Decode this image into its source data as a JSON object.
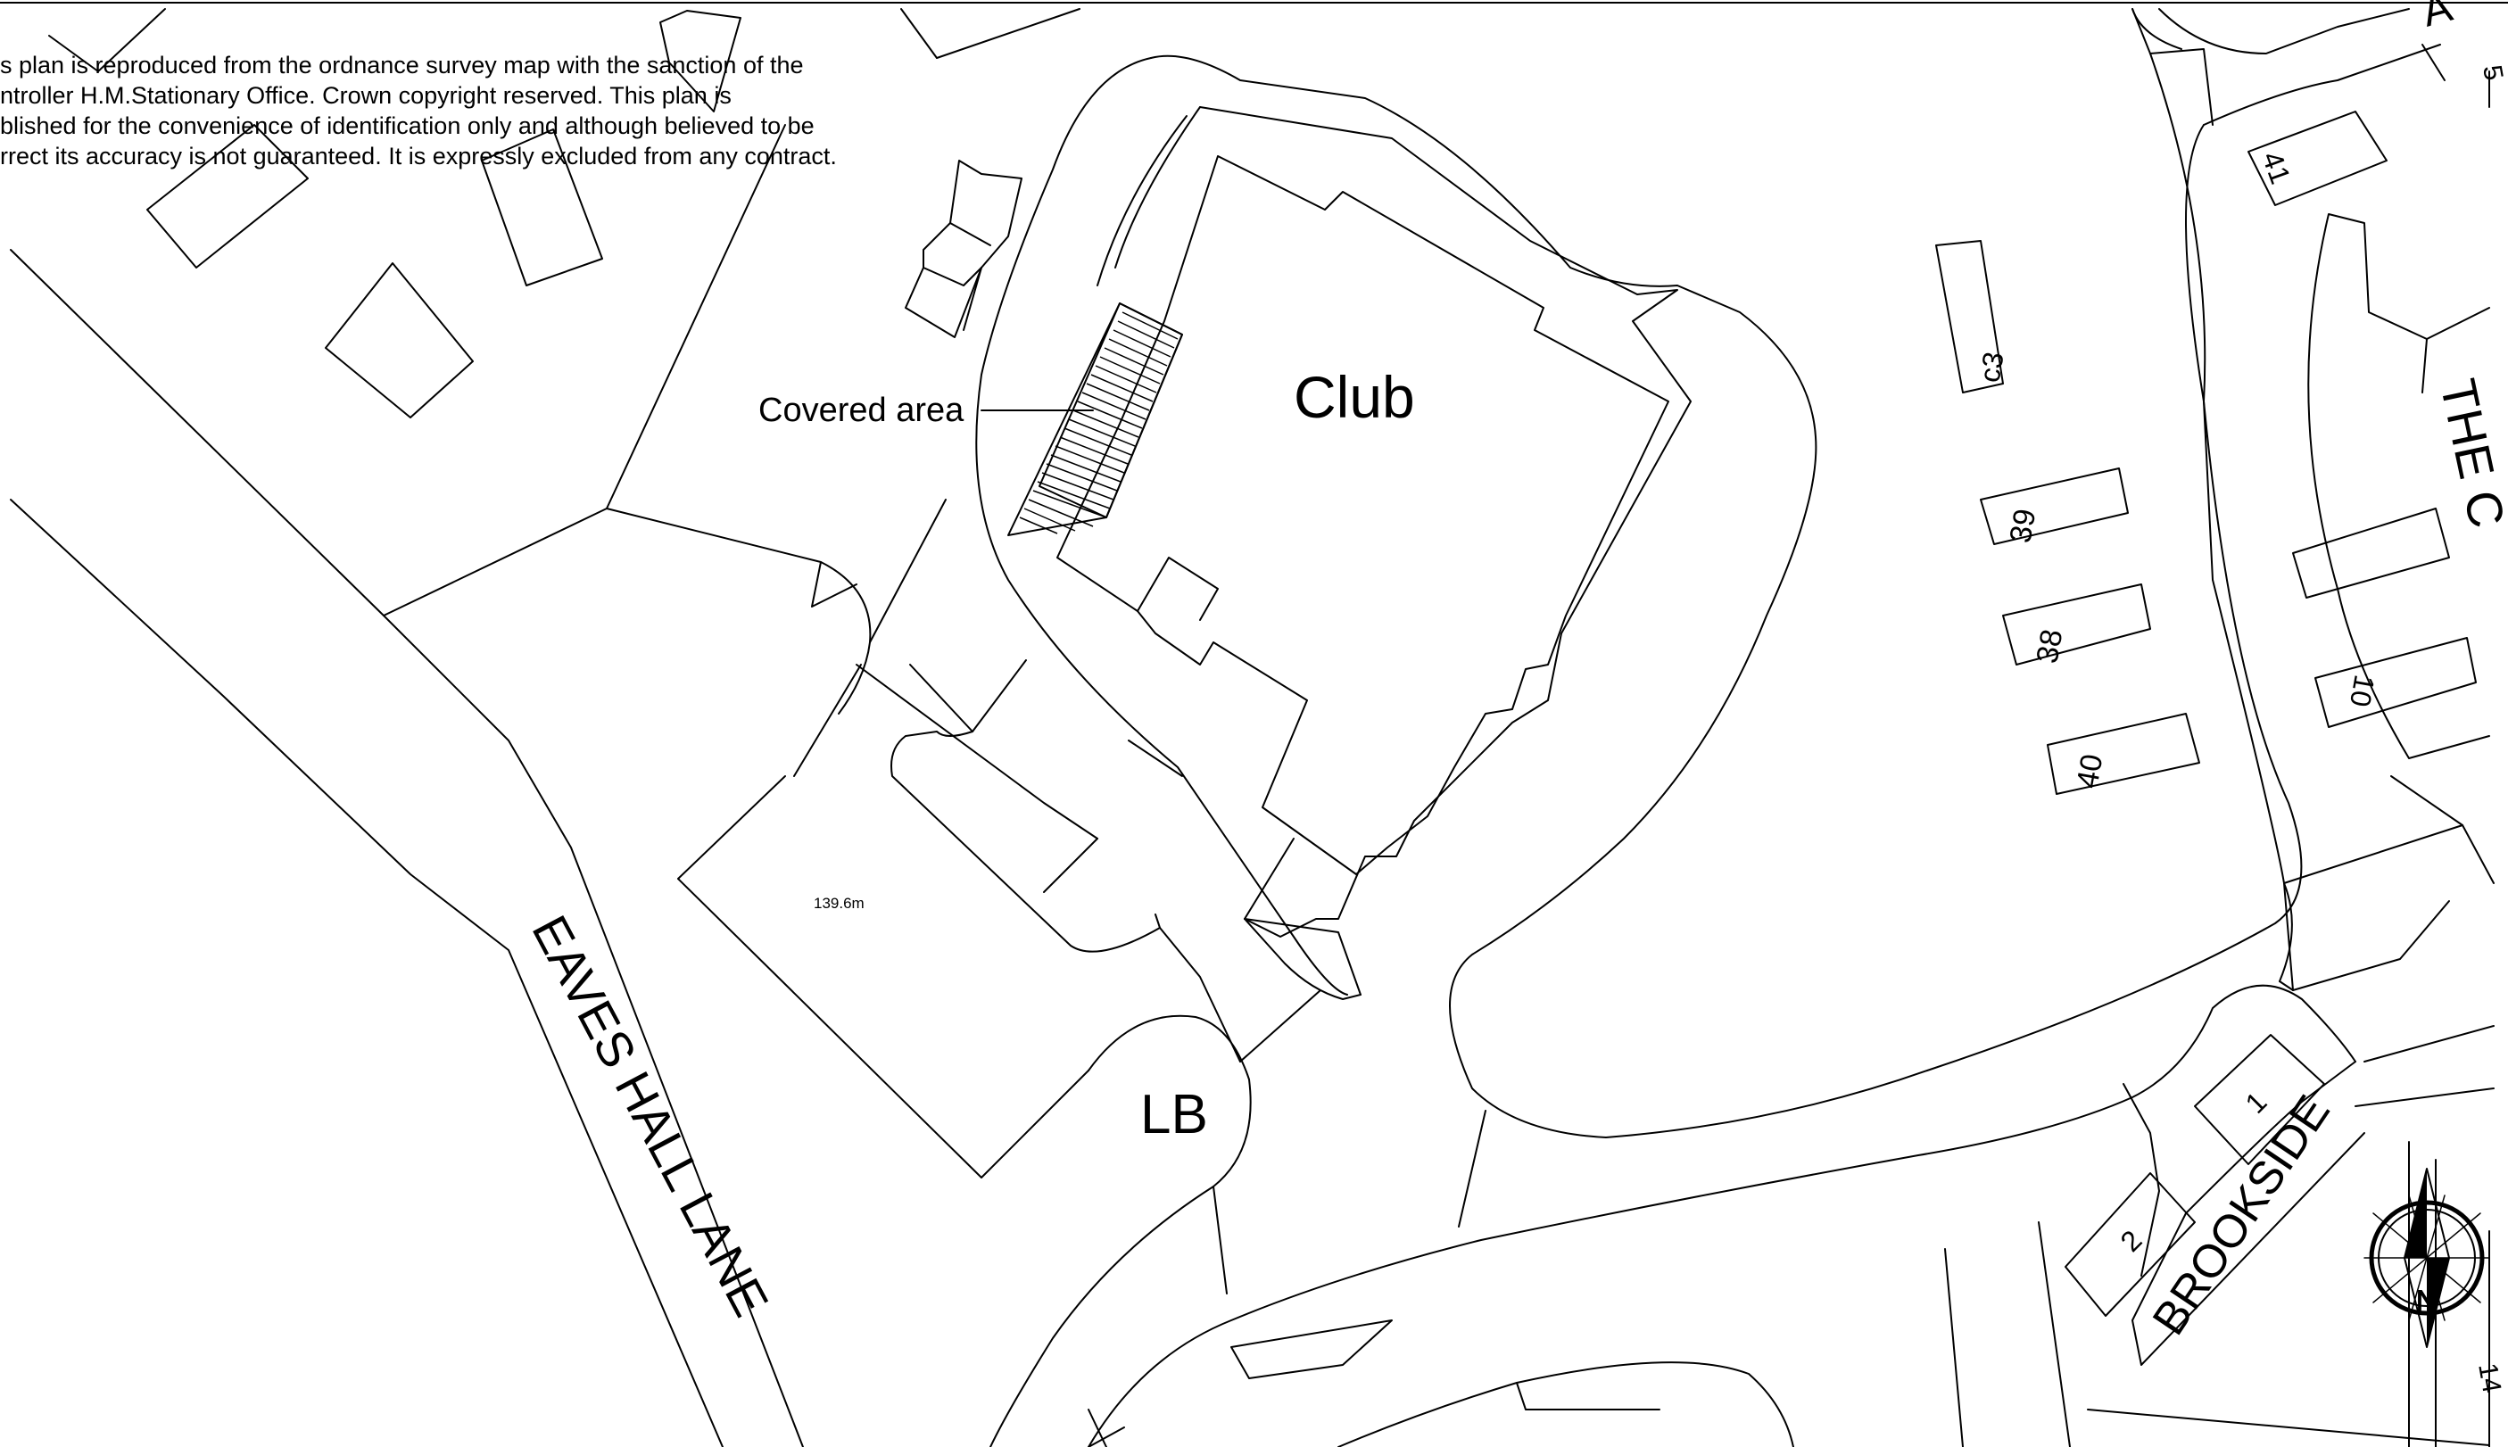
{
  "copyright_notice": {
    "lines": [
      "s plan is reproduced from the ordnance survey map with the sanction of the",
      "ntroller H.M.Stationary Office. Crown copyright reserved. This plan is",
      "blished for the convenience of identification only and although believed to be",
      "rrect its accuracy is not guaranteed. It is expressly excluded from any contract."
    ]
  },
  "labels": {
    "club": "Club",
    "covered_area": "Covered area",
    "lb": "LB",
    "spot_height": "139.6m"
  },
  "streets": {
    "eaves_hall_lane": "EAVES HALL LANE",
    "brookside": "BROOKSIDE",
    "the_partial": "THE C",
    "top_right_partial": "A"
  },
  "house_numbers": [
    "c3",
    "39",
    "38",
    "40",
    "41",
    "10",
    "1",
    "2",
    "14",
    "5"
  ],
  "compass": {
    "letter": "N"
  },
  "colors": {
    "line": "#000000",
    "background": "#ffffff"
  }
}
